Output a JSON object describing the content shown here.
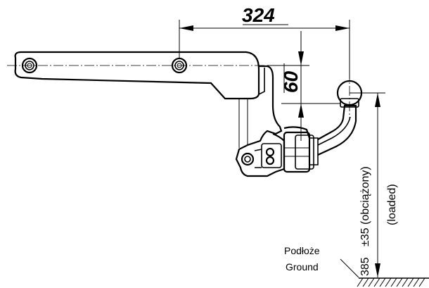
{
  "dimensions": {
    "horizontal": "324",
    "vertical": "60",
    "height_main": "385",
    "height_tolerance": "±35 (obciążony)",
    "height_loaded": "(loaded)"
  },
  "ground": {
    "label_pl": "Podłoże",
    "label_en": "Ground"
  }
}
